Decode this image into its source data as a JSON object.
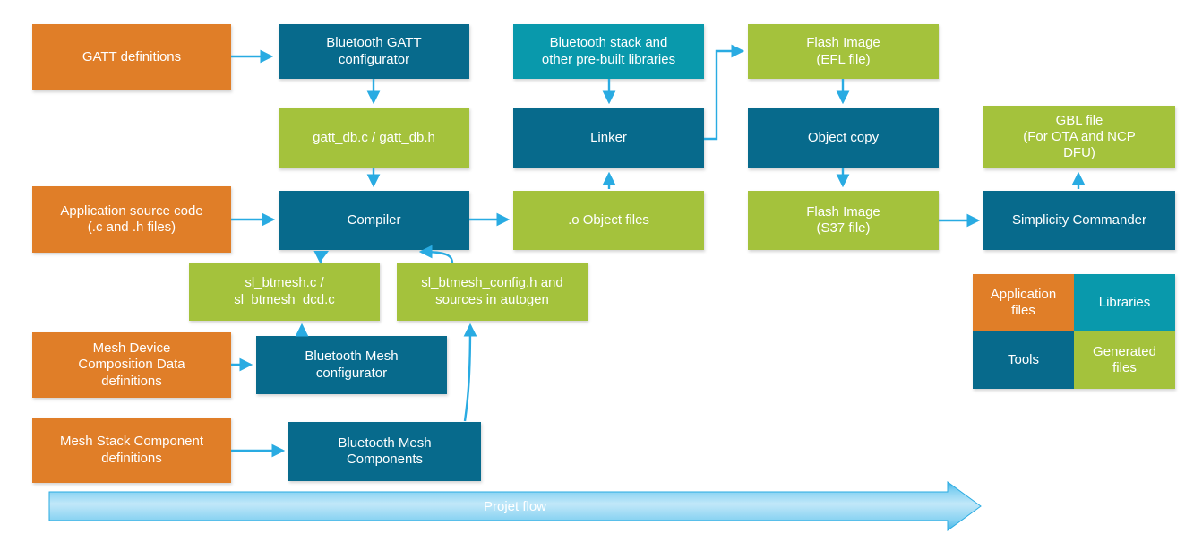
{
  "diagram": {
    "nodes": {
      "gatt_definitions": "GATT definitions",
      "bt_gatt_configurator": "Bluetooth GATT\nconfigurator",
      "bt_stack_libraries": "Bluetooth stack and\nother pre-built libraries",
      "flash_image_efl": "Flash Image\n(EFL file)",
      "gatt_db": "gatt_db.c / gatt_db.h",
      "linker": "Linker",
      "object_copy": "Object copy",
      "gbl_file": "GBL file\n(For OTA and NCP\nDFU)",
      "app_source": "Application source code\n(.c and .h files)",
      "compiler": "Compiler",
      "o_object_files": ".o Object files",
      "flash_image_s37": "Flash Image\n(S37 file)",
      "simplicity_commander": "Simplicity Commander",
      "sl_btmesh_c": "sl_btmesh.c /\nsl_btmesh_dcd.c",
      "sl_btmesh_config": "sl_btmesh_config.h and\nsources in autogen",
      "mesh_device_defs": "Mesh Device\nComposition Data\ndefinitions",
      "bt_mesh_configurator": "Bluetooth Mesh\nconfigurator",
      "mesh_stack_defs": "Mesh Stack Component\ndefinitions",
      "bt_mesh_components": "Bluetooth Mesh\nComponents"
    },
    "legend": {
      "application_files": "Application\nfiles",
      "libraries": "Libraries",
      "tools": "Tools",
      "generated_files": "Generated\nfiles"
    },
    "flow_arrow_label": "Projet flow",
    "colors": {
      "application_files": "#E07E28",
      "tools": "#076A8C",
      "libraries": "#0999AC",
      "generated_files": "#A4C23C",
      "connector": "#29ABE2"
    }
  }
}
